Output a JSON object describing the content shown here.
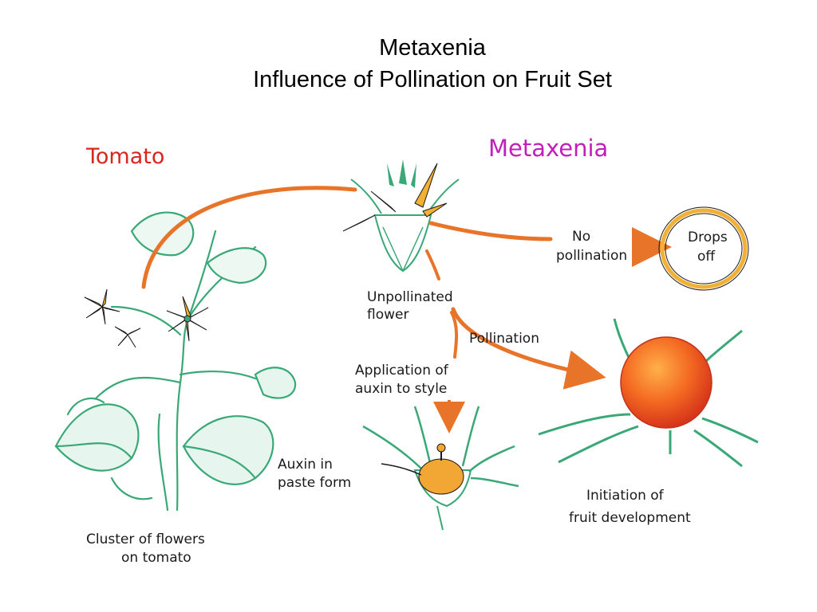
{
  "title": {
    "line1": "Metaxenia",
    "line2": "Influence of Pollination on Fruit Set"
  },
  "labels": {
    "tomato": "Tomato",
    "metaxenia": "Metaxenia",
    "no_pollination_1": "No",
    "no_pollination_2": "pollination",
    "drops_off_1": "Drops",
    "drops_off_2": "off",
    "unpollinated_1": "Unpollinated",
    "unpollinated_2": "flower",
    "pollination": "Pollination",
    "application_1": "Application of",
    "application_2": "auxin to style",
    "auxin_paste_1": "Auxin in",
    "auxin_paste_2": "paste form",
    "initiation_1": "Initiation of",
    "initiation_2": "fruit development",
    "cluster_1": "Cluster of flowers",
    "cluster_2": "on tomato"
  },
  "colors": {
    "tomato_label": "#d9261c",
    "metaxenia_label": "#c21fb8",
    "arrow": "#e8742a",
    "leaf": "#3aa876",
    "petal": "#f2b134",
    "fruit": "#ef4a1c",
    "ink": "#1a1a1a"
  }
}
